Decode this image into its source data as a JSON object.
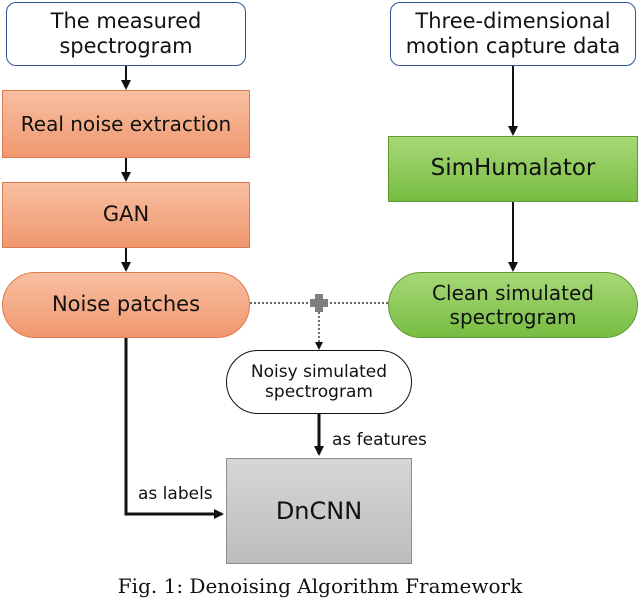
{
  "nodes": {
    "measured_spectrogram": "The measured spectrogram",
    "motion_capture": "Three-dimensional motion capture data",
    "real_noise_extraction": "Real noise extraction",
    "gan": "GAN",
    "simhumalator": "SimHumalator",
    "noise_patches": "Noise patches",
    "clean_simulated": "Clean simulated spectrogram",
    "noisy_simulated": "Noisy simulated spectrogram",
    "dncnn": "DnCNN"
  },
  "edge_labels": {
    "as_features": "as features",
    "as_labels": "as labels"
  },
  "caption": "Fig. 1: Denoising Algorithm Framework",
  "colors": {
    "input_border": "#2f5597",
    "orange": "#f0986f",
    "green": "#78bd43",
    "grey": "#bdbdbd"
  }
}
